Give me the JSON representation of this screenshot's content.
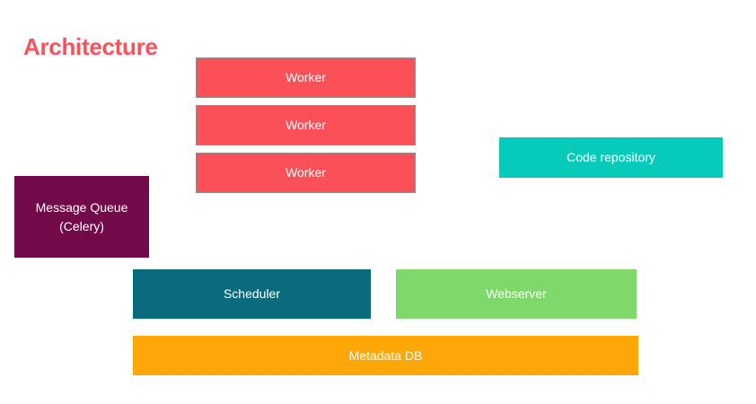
{
  "slide": {
    "title": "Architecture",
    "title_color": "#f9525b",
    "background": "#ffffff"
  },
  "nodes": {
    "worker1": {
      "label": "Worker",
      "color": "#fb5058",
      "border_color": "#8e8e8e"
    },
    "worker2": {
      "label": "Worker",
      "color": "#fb5058",
      "border_color": "#8e8e8e"
    },
    "worker3": {
      "label": "Worker",
      "color": "#fb5058",
      "border_color": "#8e8e8e"
    },
    "message_queue": {
      "line1": "Message Queue",
      "line2": "(Celery)",
      "color": "#720a4a"
    },
    "code_repository": {
      "label": "Code repository",
      "color": "#06cbbb"
    },
    "scheduler": {
      "label": "Scheduler",
      "color": "#0a6b7d"
    },
    "webserver": {
      "label": "Webserver",
      "color": "#7ed96a"
    },
    "metadata_db": {
      "label": "Metadata DB",
      "color": "#ffa706"
    }
  }
}
